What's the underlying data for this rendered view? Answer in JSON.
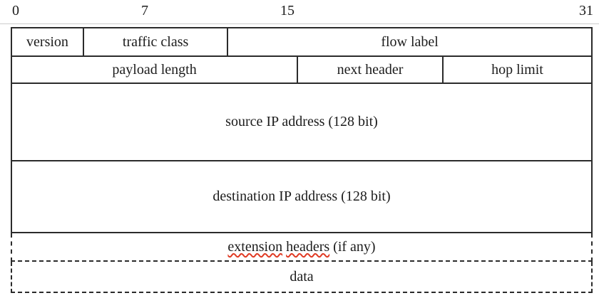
{
  "colors": {
    "background": "#ffffff",
    "border": "#2b2b2b",
    "text": "#1c1c1c",
    "spellcheck_underline": "#e03b24",
    "faint_rule": "#cccccc"
  },
  "bit_ruler": {
    "labels": [
      "0",
      "7",
      "15",
      "31"
    ]
  },
  "header_table": {
    "rows": [
      {
        "cells": [
          {
            "label": "version"
          },
          {
            "label": "traffic class"
          },
          {
            "label": "flow label"
          }
        ]
      },
      {
        "cells": [
          {
            "label": "payload length"
          },
          {
            "label": "next header"
          },
          {
            "label": "hop limit"
          }
        ]
      },
      {
        "cells": [
          {
            "label": "source IP address (128 bit)"
          }
        ]
      },
      {
        "cells": [
          {
            "label": "destination IP address (128 bit)"
          }
        ]
      }
    ],
    "optional_rows": {
      "extension_headers": {
        "word1": "extension",
        "word2": "headers",
        "suffix": "(if any)"
      },
      "data": {
        "label": "data"
      }
    }
  }
}
